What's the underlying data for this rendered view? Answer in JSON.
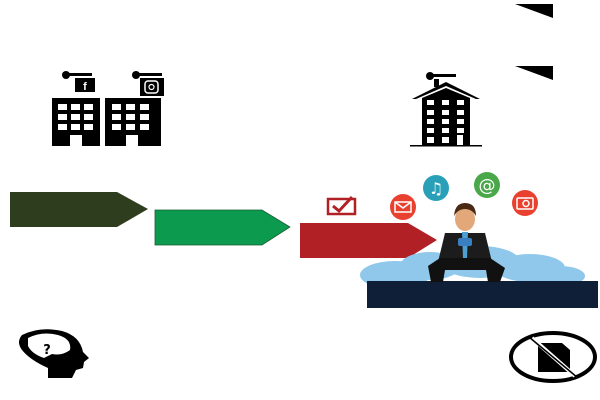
{
  "colors": {
    "arrow_1": "#2f3d1f",
    "arrow_2": "#0b9a4e",
    "arrow_3": "#b12025",
    "cloud": "#8fc8ea",
    "platform": "#0f1f38",
    "icon_red": "#e8412f",
    "icon_teal": "#2aa0b8",
    "icon_green": "#4aa84a",
    "checkbox": "#b12025"
  },
  "icons": [
    "facebook-building",
    "instagram-building",
    "building",
    "brain-question-head",
    "no-document",
    "envelope",
    "music-note",
    "at-sign",
    "camera",
    "checkbox"
  ]
}
